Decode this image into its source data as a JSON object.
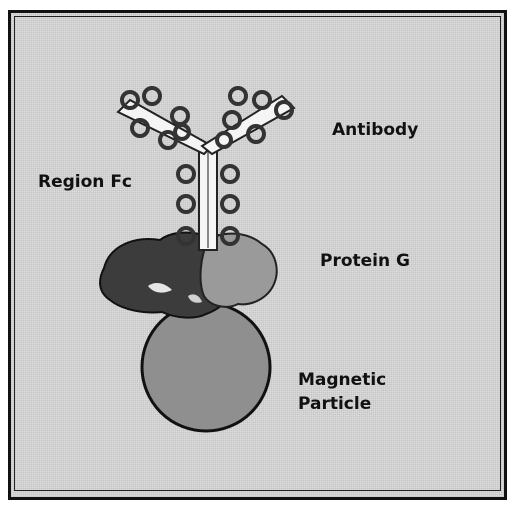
{
  "labels": {
    "antibody": "Antibody",
    "region_fc": "Region Fc",
    "protein_g": "Protein G",
    "magnetic_line1": "Magnetic",
    "magnetic_line2": "Particle"
  },
  "colors": {
    "background": "#dcdcdc",
    "frame": "#111111",
    "particle_fill": "#8f8f8f",
    "protein_dark": "#3c3c3c",
    "protein_light": "#9a9a9a",
    "antibody_stroke": "#222222"
  }
}
